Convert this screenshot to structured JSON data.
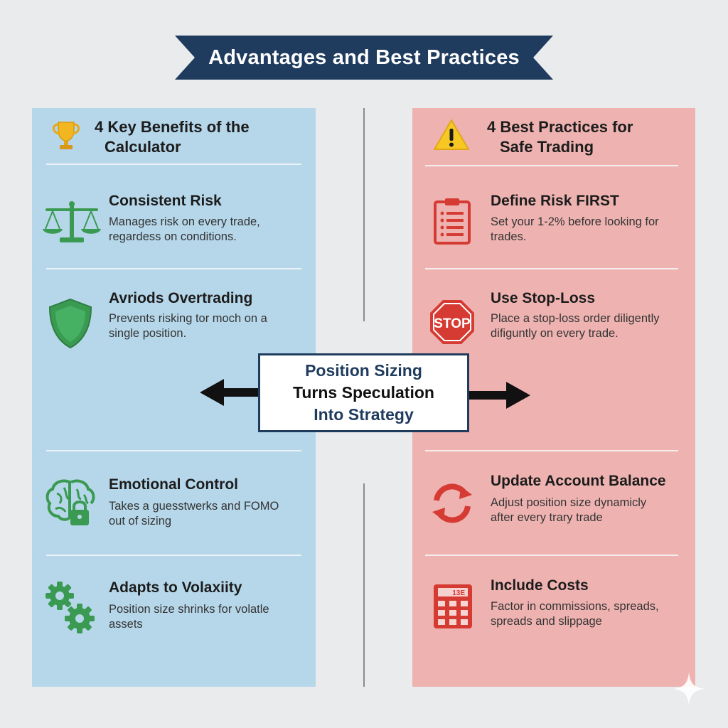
{
  "banner": {
    "title": "Advantages and Best Practices"
  },
  "left": {
    "heading_line1": "4 Key Benefits of the",
    "heading_line2": "Calculator",
    "items": [
      {
        "title": "Consistent Risk",
        "desc": "Manages risk on every trade, regardess on conditions.",
        "icon": "balance-scale-icon"
      },
      {
        "title": "Avriods Overtrading",
        "desc": "Prevents risking tor moch on a single position.",
        "icon": "shield-icon"
      },
      {
        "title": "Emotional Control",
        "desc": "Takes a guesstwerks and FOMO out of sizing",
        "icon": "brain-lock-icon"
      },
      {
        "title": "Adapts to Volaxiity",
        "desc": "Position size shrinks for volatle assets",
        "icon": "gears-icon"
      }
    ]
  },
  "right": {
    "heading_line1": "4 Best Practices for",
    "heading_line2": "Safe Trading",
    "items": [
      {
        "title": "Define Risk FIRST",
        "desc": "Set your 1-2% before looking for trades.",
        "icon": "clipboard-icon"
      },
      {
        "title": "Use Stop-Loss",
        "desc": "Place a stop-loss order diligently difiguntly on every trade.",
        "icon": "stop-sign-icon"
      },
      {
        "title": "Update Account Balance",
        "desc": "Adjust position size dynamicly after every trary trade",
        "icon": "refresh-arrows-icon"
      },
      {
        "title": "Include Costs",
        "desc": "Factor in commissions, spreads, spreads and slippage",
        "icon": "calculator-icon"
      }
    ],
    "stop_text": "STOP",
    "calc_display": "13E"
  },
  "center": {
    "line1": "Position Sizing",
    "line2": "Turns Speculation",
    "line3": "Into Strategy"
  },
  "colors": {
    "navy": "#1f3b5e",
    "left_panel": "#b6d7ea",
    "right_panel": "#eeb3b1",
    "green": "#3a9a52",
    "red": "#d63b33"
  }
}
